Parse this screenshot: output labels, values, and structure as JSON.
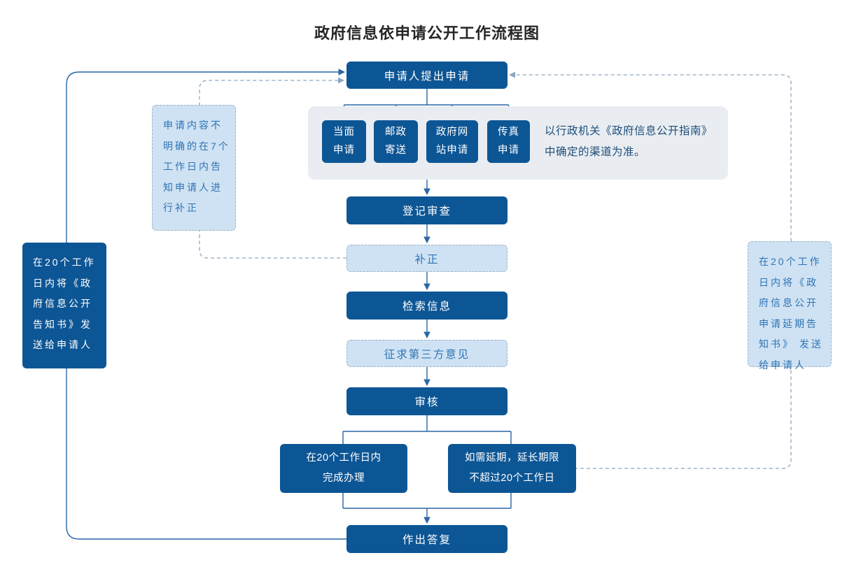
{
  "title": "政府信息依申请公开工作流程图",
  "colors": {
    "dark_blue": "#0d5695",
    "light_blue_fill": "#cfe2f3",
    "light_blue_border": "#9fb3c8",
    "container_gray": "#e9edf2",
    "solid_line": "#2a67a5",
    "dashed_line": "#8ca6c0",
    "note_text": "#1f4e79",
    "light_box_text": "#2e74b5"
  },
  "flow": {
    "apply": "申请人提出申请",
    "channels": [
      "当面\n申请",
      "邮政\n寄送",
      "政府网\n站申请",
      "传真\n申请"
    ],
    "channel_note": "以行政机关《政府信息公开指南》\n中确定的渠道为准。",
    "register": "登记审查",
    "correction": "补正",
    "search": "检索信息",
    "third_party": "征求第三方意见",
    "review": "审核",
    "complete": "在20个工作日内\n完成办理",
    "extension": "如需延期，延长期限\n不超过20个工作日",
    "reply": "作出答复"
  },
  "annotations": {
    "notice_sent": "在20个工作\n日内将《政\n府信息公开\n告知书》发\n送给申请人",
    "correction_notice": "申请内容不\n明确的在7个\n工作日内告\n知申请人进\n行补正",
    "extension_notice": "在20个工作\n日内将《政\n府信息公开\n申请延期告\n知书》 发送\n给申请人"
  }
}
